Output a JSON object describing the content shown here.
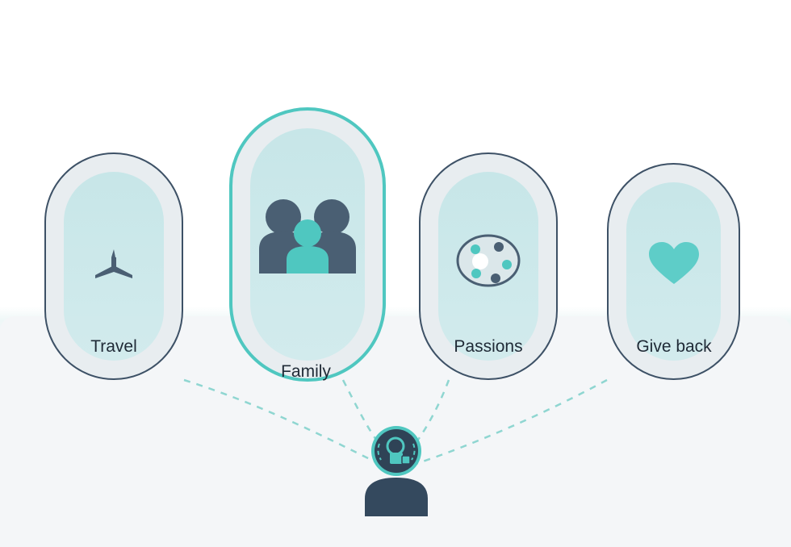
{
  "categories": [
    {
      "id": "travel",
      "label": "Travel",
      "icon": "airplane-icon"
    },
    {
      "id": "family",
      "label": "Family",
      "icon": "family-icon",
      "active": true
    },
    {
      "id": "passions",
      "label": "Passions",
      "icon": "palette-icon"
    },
    {
      "id": "giveback",
      "label": "Give back",
      "icon": "heart-icon"
    }
  ],
  "center": {
    "icon": "person-with-thought-icon"
  },
  "colors": {
    "accent": "#4fc7c0",
    "dark": "#3d5166",
    "heart": "#5ecdc8",
    "bubble": "#c7e6e8"
  }
}
